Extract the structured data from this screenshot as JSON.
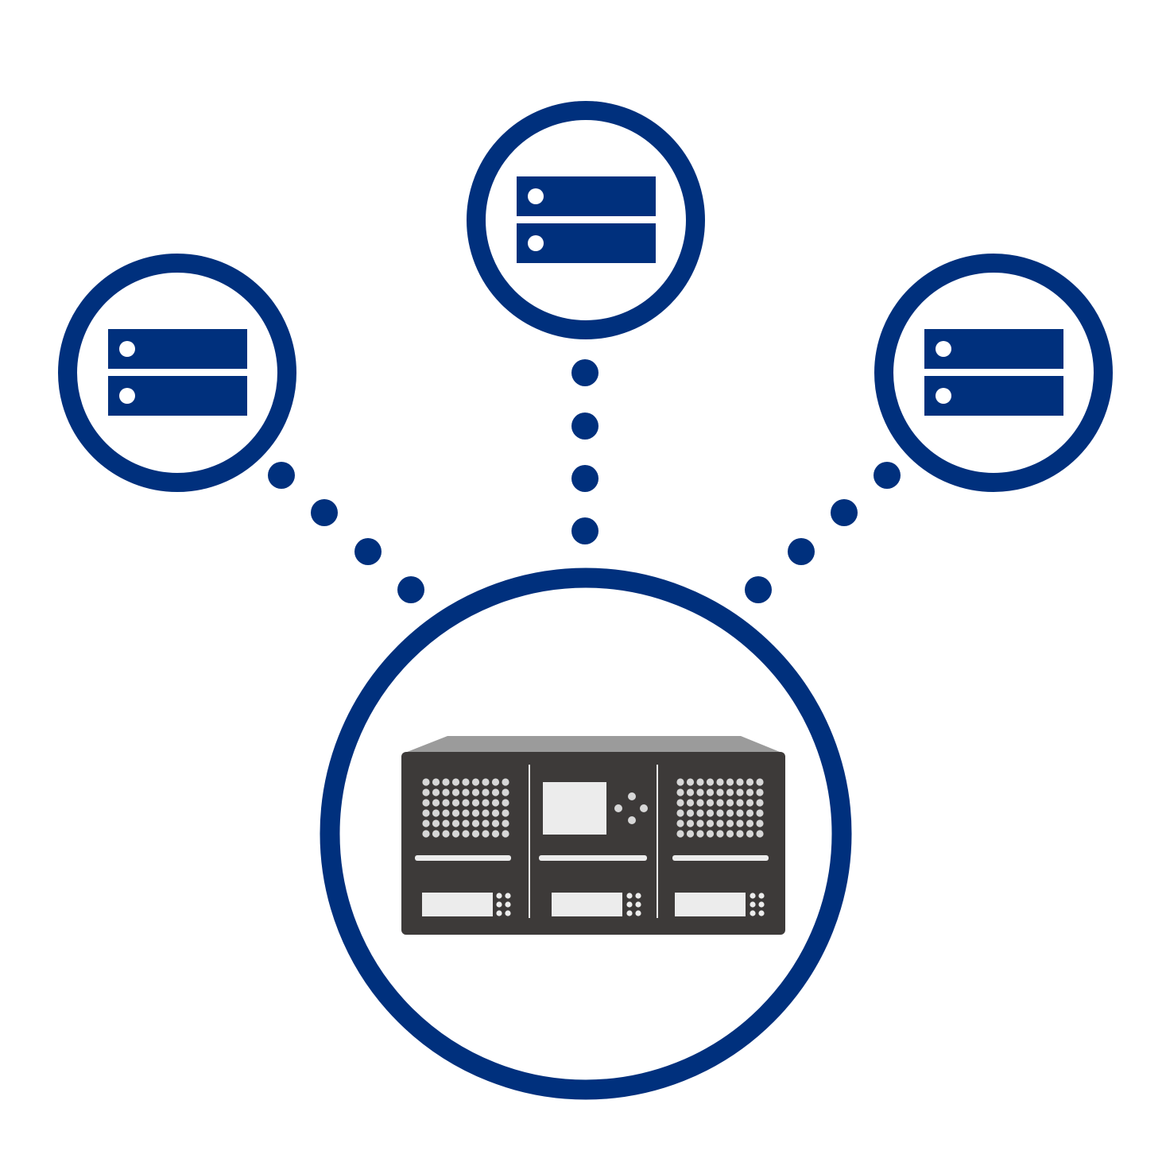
{
  "colors": {
    "primary": "#00307d",
    "background": "#ffffff",
    "device_body": "#3d3a39",
    "device_top": "#9b9b9b",
    "device_light": "#ececec",
    "device_dots": "#d7d7d7"
  },
  "nodes": [
    {
      "id": "server-left",
      "kind": "server",
      "icon": "server-icon"
    },
    {
      "id": "server-center",
      "kind": "server",
      "icon": "server-icon"
    },
    {
      "id": "server-right",
      "kind": "server",
      "icon": "server-icon"
    },
    {
      "id": "tape-library",
      "kind": "storage-appliance",
      "icon": "tape-library-icon"
    }
  ],
  "connections": [
    {
      "from": "server-left",
      "to": "tape-library",
      "style": "dotted"
    },
    {
      "from": "server-center",
      "to": "tape-library",
      "style": "dotted"
    },
    {
      "from": "server-right",
      "to": "tape-library",
      "style": "dotted"
    }
  ]
}
